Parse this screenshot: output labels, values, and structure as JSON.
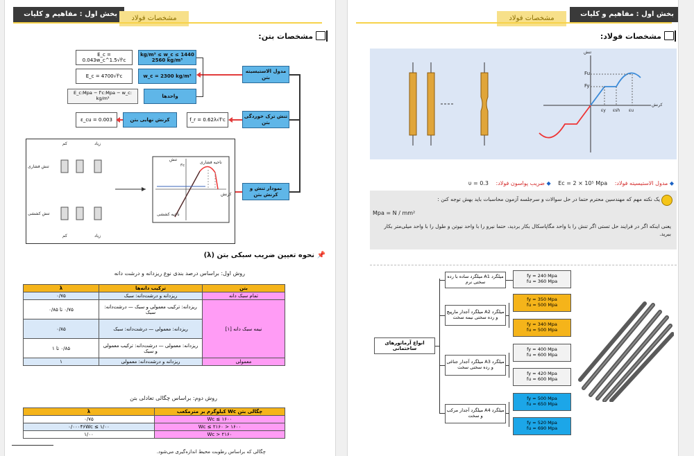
{
  "left": {
    "header_dark": "بخش اول : مفاهیم و کلیات",
    "header_yellow": "مشخصات فولاد",
    "section_title": "مشخصات بتن:",
    "blocks": {
      "modulus": "مدول الاستیسیته بتن",
      "cracking": "تنش ترک خوردگی بتن",
      "stress_strain": "نمودار تنش و کرنش بتن",
      "units": "واحدها",
      "ultimate": "کرنش نهایی بتن",
      "eq1": "E_c = 0.043w_c^1.5√f'c",
      "range": "1440 kg/m³ ≤ w_c ≤ 2560 kg/m³",
      "eq2": "E_c = 4700√f'c",
      "wc": "w_c = 2300 kg/m³",
      "eq_units": "E_c:Mpa − f'c:Mpa − w_c: kg/m³",
      "fr": "f_r = 0.62λ√f'c",
      "ecu": "ε_cu = 0.003"
    },
    "fig_labels": {
      "tension_zone": "ناحیه کششی",
      "compression_zone": "ناحیه فشاری",
      "stress": "تنش",
      "strain": "کرنش",
      "left_top": "تنش فشاری",
      "left_bottom": "تنش کششی",
      "lbl_kam1": "کم",
      "lbl_ziad1": "زیاد",
      "lbl_kam2": "کم",
      "lbl_ziad2": "زیاد"
    },
    "lambda_title": "نحوه تعیین ضریب سبکی بتن (λ)",
    "method1": "روش اول: براساس درصد بندی نوع ریزدانه و درشت دانه",
    "table1": {
      "headers": [
        "بتن",
        "ترکیب دانه‌ها",
        "λ"
      ],
      "rows": [
        [
          "تمام سبک دانه",
          "ریزدانه و درشت‌دانه: سبک",
          "۰/۷۵"
        ],
        [
          "",
          "ریزدانه: ترکیب معمولی و سبک — درشت‌دانه: سبک",
          "۰/۷۵ تا ۰/۸۵"
        ],
        [
          "نیمه سبک دانه [۱]",
          "ریزدانه: معمولی — درشت‌دانه: سبک",
          "۰/۸۵"
        ],
        [
          "",
          "ریزدانه: معمولی — درشت‌دانه: ترکیب معمولی و سبک",
          "۰/۸۵ تا ۱"
        ],
        [
          "معمولی",
          "ریزدانه و درشت‌دانه: معمولی",
          "۱"
        ]
      ]
    },
    "method2": "روش دوم: براساس چگالی تعادلی بتن",
    "table2": {
      "headers": [
        "چگالی بتن Wc کیلوگرم بر مترمکعب",
        "λ"
      ],
      "rows": [
        [
          "Wc ≤ ۱۶۰۰",
          "۰/۷۵"
        ],
        [
          "۱۶۰۰ < Wc ≤ ۲۱۶۰",
          "۰/۰۰۰۴۶Wc ≤ ۱/۰۰"
        ],
        [
          "Wc > ۲۱۶۰",
          "۱/۰۰"
        ]
      ]
    },
    "footnote": "چگالی که براساس رطوبت محیط اندازه‌گیری می‌شود."
  },
  "right": {
    "header_dark": "بخش اول : مفاهیم و کلیات",
    "header_yellow": "مشخصات فولاد",
    "section_title": "مشخصات فولاد:",
    "chart_labels": {
      "stress": "تنش",
      "strain": "کرنش",
      "fu": "Fu",
      "fy": "Fy",
      "ey": "εy",
      "esh": "εsh",
      "eu": "εu"
    },
    "props": {
      "modulus_label": "مدول الاستیسیته فولاد:",
      "modulus_value": "Ec = 2 × 10⁵ Mpa",
      "poisson_label": "ضریب پواسون فولاد:",
      "poisson_value": "υ = 0.3"
    },
    "note1": "یک نکته مهم که مهندسین محترم حتما در حل سوالات و سرجلسه آزمون محاسبات باید بهش توجه کنن :",
    "note_formula": "Mpa = N / mm²",
    "note2": "یعنی اینکه اگر در فرایند حل تستی اگر تنش را با واحد مگاپاسکال بکار بردید، حتما نیرو را با واحد نیوتن و طول را با واحد میلی‌متر بکار ببرید.",
    "rebar_root": "انواع آرماتورهای ساختمانی",
    "rebar_groups": [
      {
        "name": "میلگرد A1 میلگرد ساده با رده سختی نرم",
        "grades": [
          {
            "fy": "fy = 240 Mpa",
            "fu": "fu = 360 Mpa",
            "color": "#f2f2f2"
          }
        ]
      },
      {
        "name": "میلگرد A2 میلگرد آجدار مارپیچ و رده سختی نیمه سخت",
        "grades": [
          {
            "fy": "fy = 350 Mpa",
            "fu": "fu = 500 Mpa",
            "color": "#f5b41a"
          },
          {
            "fy": "fy = 340 Mpa",
            "fu": "fu = 500 Mpa",
            "color": "#f5b41a"
          }
        ]
      },
      {
        "name": "میلگرد A3 میلگرد آجدار جناغی و رده سختی سخت",
        "grades": [
          {
            "fy": "fy = 400 Mpa",
            "fu": "fu = 600 Mpa",
            "color": "#f2f2f2"
          },
          {
            "fy": "fy = 420 Mpa",
            "fu": "fu = 600 Mpa",
            "color": "#f2f2f2"
          }
        ]
      },
      {
        "name": "میلگرد A4 میلگرد آجدار مرکب و سخت",
        "grades": [
          {
            "fy": "fy = 500 Mpa",
            "fu": "fu = 650 Mpa",
            "color": "#1ca6e8"
          },
          {
            "fy": "fy = 520 Mpa",
            "fu": "fu = 690 Mpa",
            "color": "#1ca6e8"
          }
        ]
      }
    ]
  }
}
